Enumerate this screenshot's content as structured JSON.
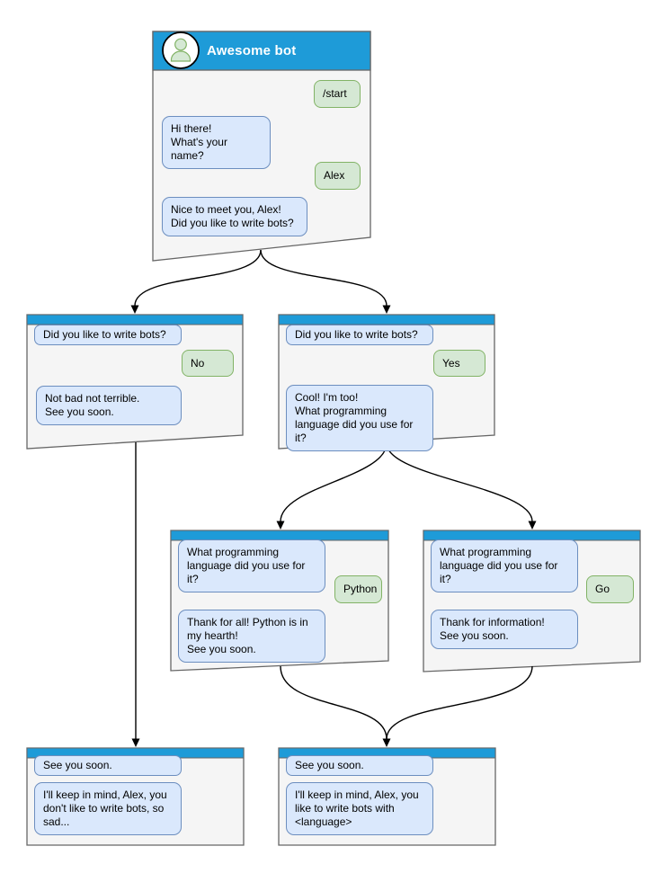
{
  "colors": {
    "header_blue": "#1E9BD8",
    "window_bg": "#F5F5F5",
    "window_border": "#666666",
    "bot_bubble_bg": "#DAE8FC",
    "bot_bubble_border": "#6C8EBF",
    "user_bubble_bg": "#D5E8D4",
    "user_bubble_border": "#82B366",
    "arrow": "#000000"
  },
  "windows": [
    {
      "name": "root",
      "title": "Awesome bot",
      "avatar_icon": "person-icon",
      "messages": [
        {
          "from": "user",
          "text": "/start"
        },
        {
          "from": "bot",
          "text": "Hi there!\nWhat's your name?"
        },
        {
          "from": "user",
          "text": "Alex"
        },
        {
          "from": "bot",
          "text": "Nice to meet you, Alex!\nDid you like to write bots?"
        }
      ]
    },
    {
      "name": "branch-no",
      "messages": [
        {
          "from": "bot",
          "text": "Did you like to write bots?"
        },
        {
          "from": "user",
          "text": "No"
        },
        {
          "from": "bot",
          "text": "Not bad not terrible.\nSee you soon."
        }
      ]
    },
    {
      "name": "branch-yes",
      "messages": [
        {
          "from": "bot",
          "text": "Did you like to write bots?"
        },
        {
          "from": "user",
          "text": "Yes"
        },
        {
          "from": "bot",
          "text": "Cool! I'm too!\nWhat programming\nlanguage did you use for it?"
        }
      ]
    },
    {
      "name": "branch-python",
      "messages": [
        {
          "from": "bot",
          "text": "What programming\nlanguage did you use for it?"
        },
        {
          "from": "user",
          "text": "Python"
        },
        {
          "from": "bot",
          "text": "Thank for all! Python is in\nmy hearth!\nSee you soon."
        }
      ]
    },
    {
      "name": "branch-go",
      "messages": [
        {
          "from": "bot",
          "text": "What programming\nlanguage did you use for it?"
        },
        {
          "from": "user",
          "text": "Go"
        },
        {
          "from": "bot",
          "text": "Thank for information!\nSee you soon."
        }
      ]
    },
    {
      "name": "end-no",
      "messages": [
        {
          "from": "bot",
          "text": "See you soon."
        },
        {
          "from": "bot",
          "text": "I'll keep in mind, Alex, you\ndon't like to write bots, so\nsad..."
        }
      ]
    },
    {
      "name": "end-yes",
      "messages": [
        {
          "from": "bot",
          "text": "See you soon."
        },
        {
          "from": "bot",
          "text": "I'll keep in mind, Alex, you\nlike to write bots with\n<language>"
        }
      ]
    }
  ]
}
